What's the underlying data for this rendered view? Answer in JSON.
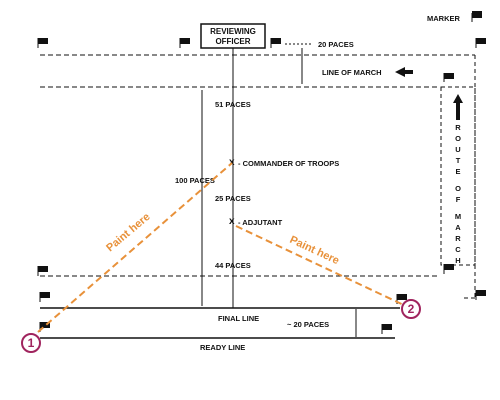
{
  "marker_label": "MARKER",
  "reviewing_officer": {
    "line1": "REVIEWING",
    "line2": "OFFICER"
  },
  "paces_20_top": "20 PACES",
  "line_of_march": "LINE OF MARCH",
  "paces_51": "51 PACES",
  "paces_100": "100 PACES",
  "commander": "- COMMANDER OF TROOPS",
  "paces_25": "25 PACES",
  "adjutant": "- ADJUTANT",
  "paces_44": "44 PACES",
  "route_of_march": [
    "R",
    "O",
    "U",
    "T",
    "E",
    "O",
    "F",
    "M",
    "A",
    "R",
    "C",
    "H"
  ],
  "final_line": "FINAL LINE",
  "paces_20_bottom": "~ 20 PACES",
  "ready_line": "READY LINE",
  "paint_here_left": "Paint here",
  "paint_here_right": "Paint here",
  "marker_1": "1",
  "marker_2": "2",
  "colors": {
    "paint": "#e8913a",
    "marker": "#a0245e",
    "ink": "#111111"
  }
}
